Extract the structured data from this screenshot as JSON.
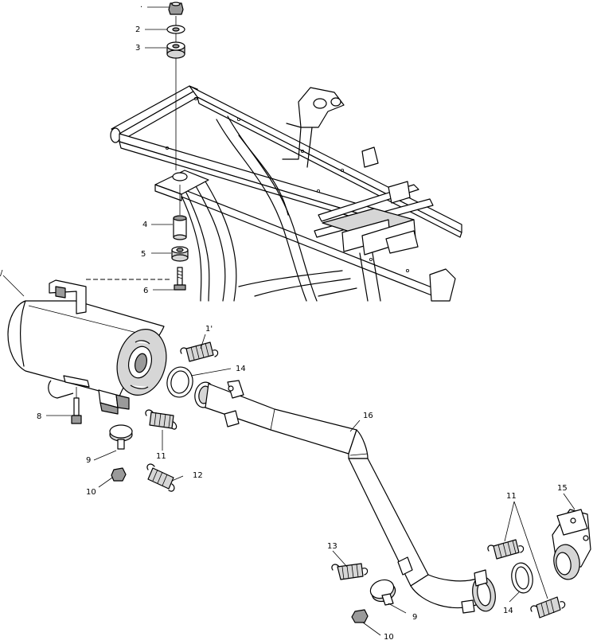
{
  "labels": [
    {
      "id": "1",
      "text": "·"
    },
    {
      "id": "2",
      "text": "2"
    },
    {
      "id": "3",
      "text": "3"
    },
    {
      "id": "4",
      "text": "4"
    },
    {
      "id": "5",
      "text": "5"
    },
    {
      "id": "6",
      "text": "6"
    },
    {
      "id": "7",
      "text": "/"
    },
    {
      "id": "8",
      "text": "8"
    },
    {
      "id": "9a",
      "text": "9"
    },
    {
      "id": "9b",
      "text": "9"
    },
    {
      "id": "10a",
      "text": "10"
    },
    {
      "id": "10b",
      "text": "10"
    },
    {
      "id": "11a",
      "text": "1'"
    },
    {
      "id": "11b",
      "text": "11"
    },
    {
      "id": "11c",
      "text": "11"
    },
    {
      "id": "12",
      "text": "12"
    },
    {
      "id": "13",
      "text": "13"
    },
    {
      "id": "14a",
      "text": "14"
    },
    {
      "id": "14b",
      "text": "14"
    },
    {
      "id": "15",
      "text": "15"
    },
    {
      "id": "16",
      "text": "16"
    }
  ]
}
